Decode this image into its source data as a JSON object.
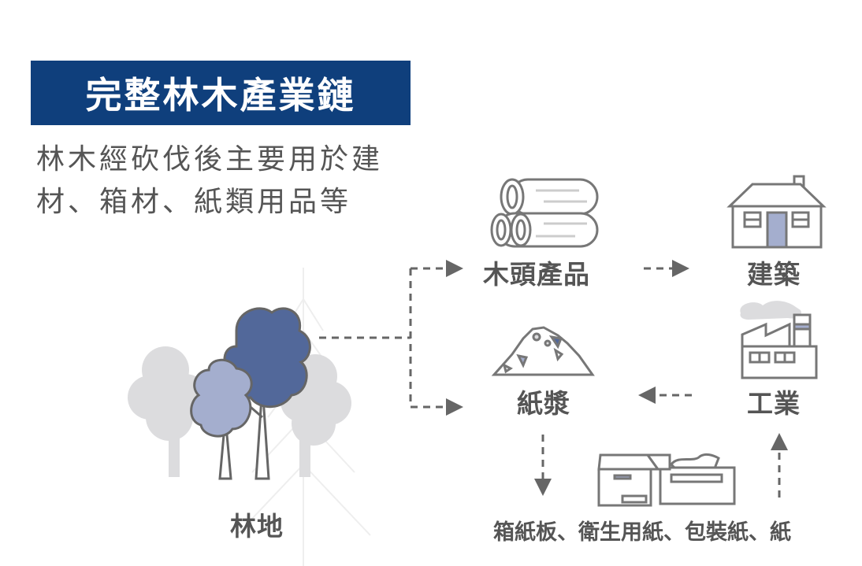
{
  "header": {
    "title": "完整林木產業鏈"
  },
  "intro": {
    "text": "林木經砍伐後主要用於建材、箱材、紙類用品等"
  },
  "nodes": {
    "forest": "林地",
    "timber": "木頭產品",
    "construction": "建築",
    "industry": "工業",
    "pulp": "紙漿",
    "paper_products": "箱紙板、衛生用紙、包裝紙、紙"
  },
  "colors": {
    "header_bg": "#0f3f7c",
    "tree_dark": "#52689a",
    "tree_light": "#a4aece",
    "tree_gray": "#dcdcde",
    "icon_stroke": "#777777",
    "arrow": "#666666",
    "text": "#555555"
  },
  "icons": {
    "timber": "log-pile-icon",
    "construction": "house-icon",
    "industry": "factory-icon",
    "pulp": "pulp-pile-icon",
    "paper_products": "box-and-tissue-icon",
    "forest": "trees-icon"
  }
}
